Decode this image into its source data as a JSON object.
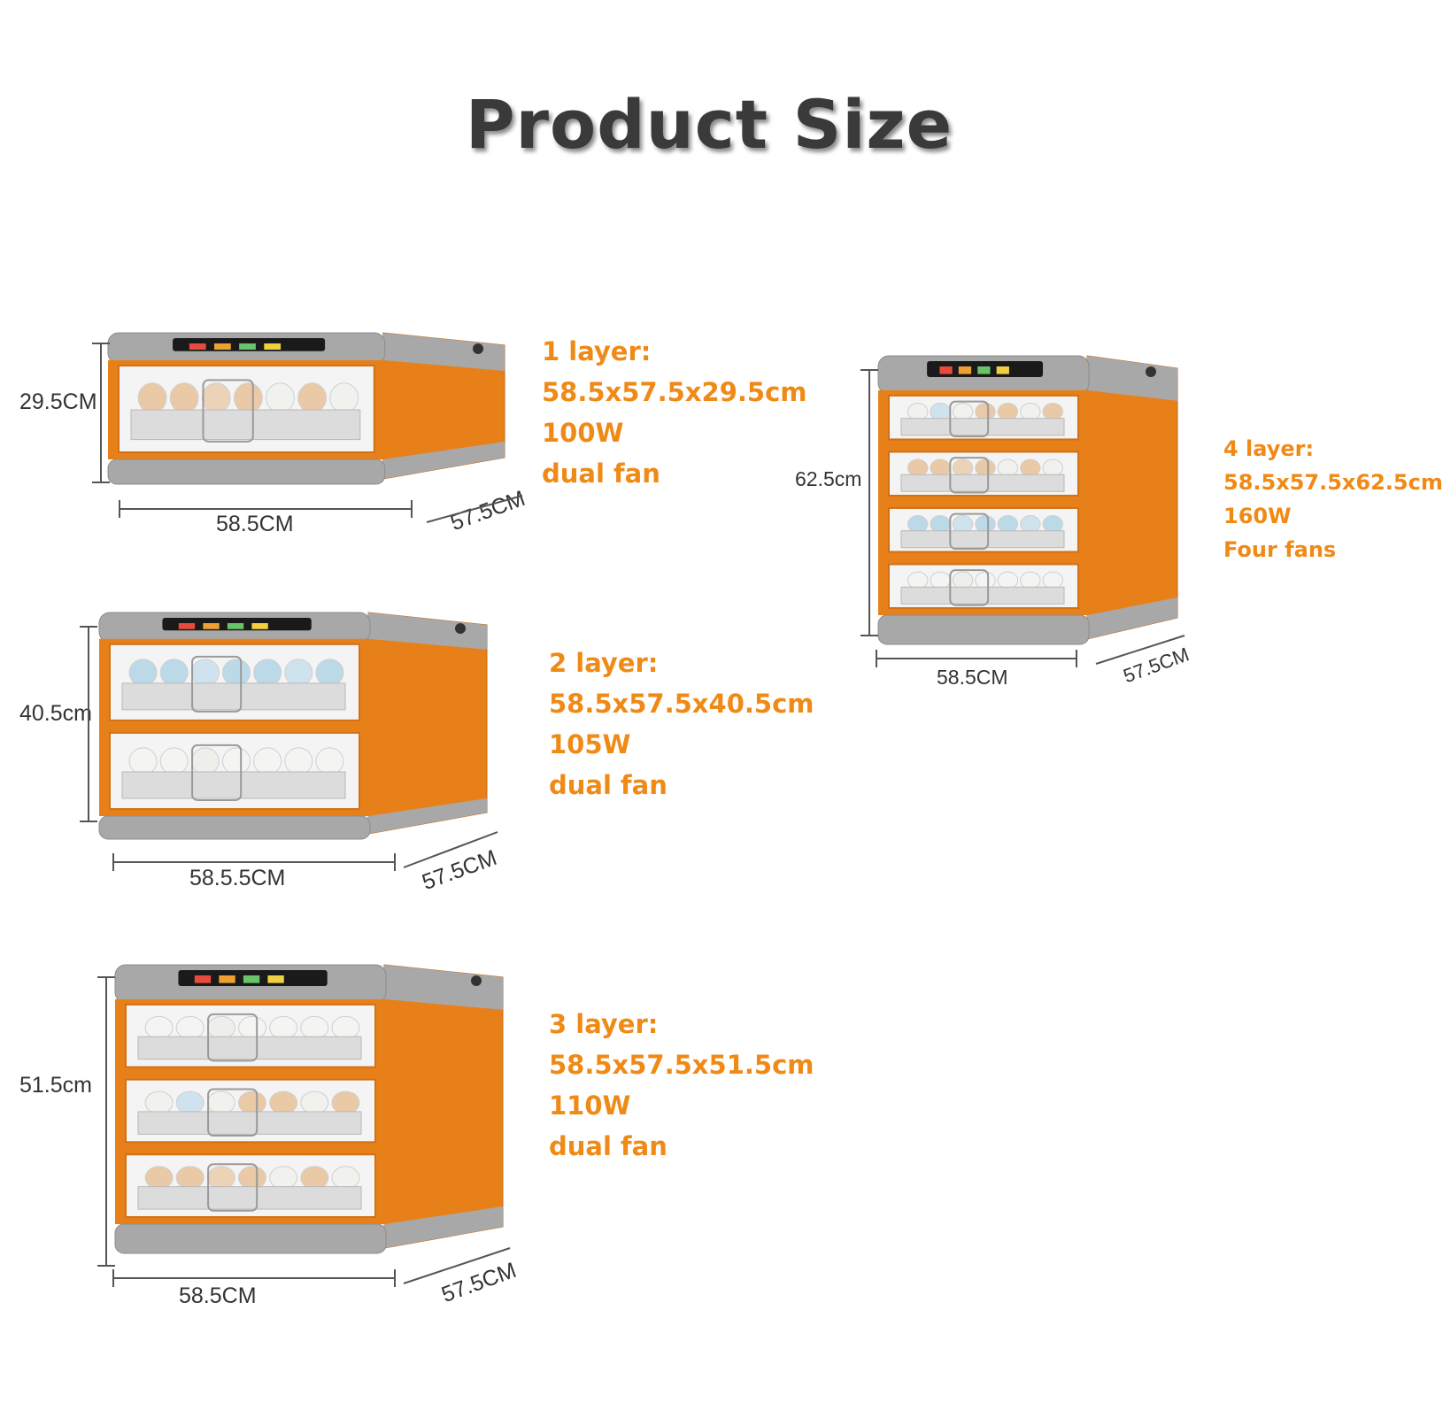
{
  "title": "Product Size",
  "colors": {
    "accent": "#f08a16",
    "body_orange": "#e8801a",
    "body_gray": "#a8a8a8",
    "title_text": "#3a3a3a"
  },
  "products": [
    {
      "height_label": "29.5CM",
      "width_label": "58.5CM",
      "depth_label": "57.5CM",
      "spec": {
        "layer": "1 layer:",
        "size": "58.5x57.5x29.5cm",
        "power": "100W",
        "fan": "dual fan"
      }
    },
    {
      "height_label": "40.5cm",
      "width_label": "58.5.5CM",
      "depth_label": "57.5CM",
      "spec": {
        "layer": "2 layer:",
        "size": "58.5x57.5x40.5cm",
        "power": "105W",
        "fan": "dual fan"
      }
    },
    {
      "height_label": "51.5cm",
      "width_label": "58.5CM",
      "depth_label": "57.5CM",
      "spec": {
        "layer": "3 layer:",
        "size": "58.5x57.5x51.5cm",
        "power": "110W",
        "fan": "dual fan"
      }
    },
    {
      "height_label": "62.5cm",
      "width_label": "58.5CM",
      "depth_label": "57.5CM",
      "spec": {
        "layer": "4 layer:",
        "size": "58.5x57.5x62.5cm",
        "power": "160W",
        "fan": "Four fans"
      }
    }
  ]
}
